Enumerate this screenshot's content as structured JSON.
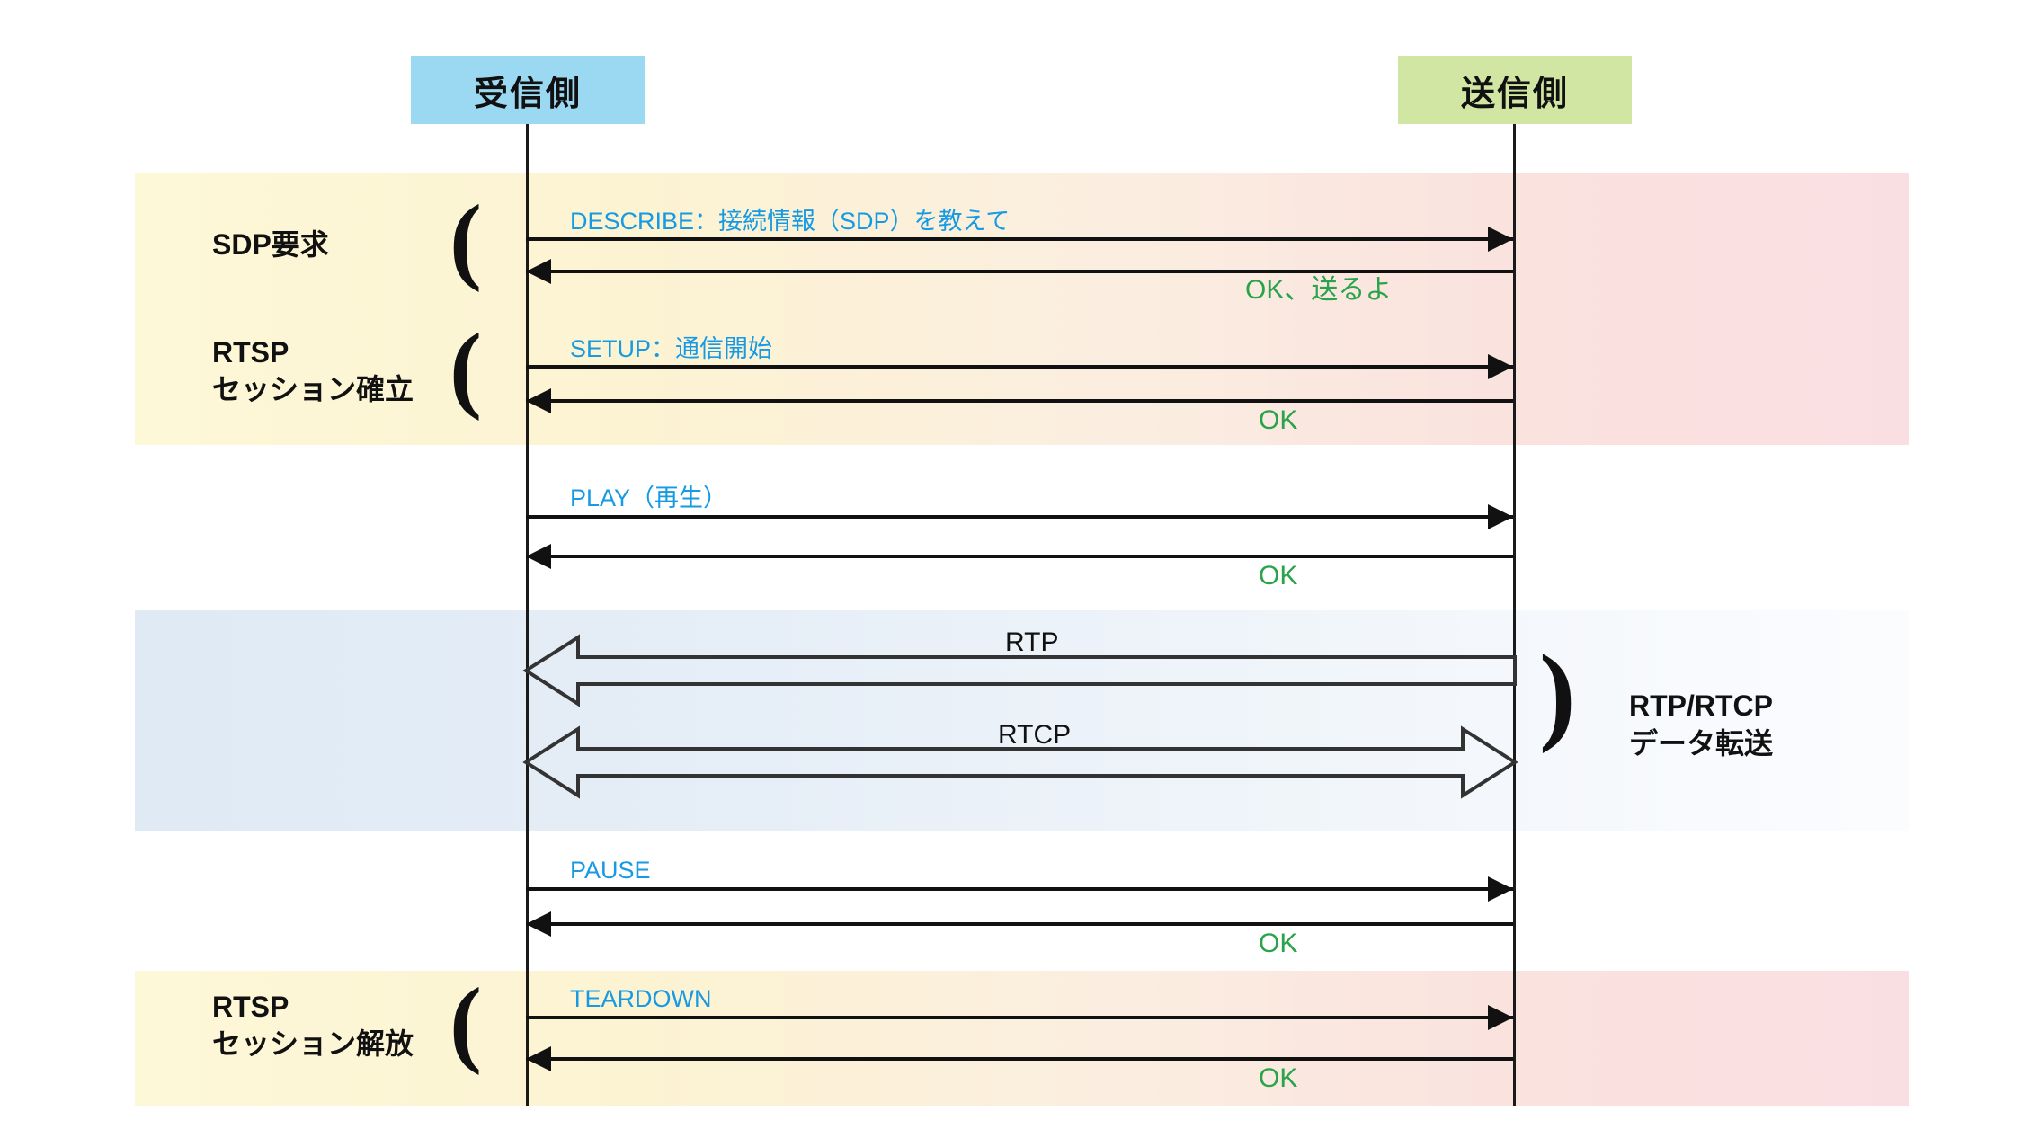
{
  "diagram": {
    "title": "RTSP/RTP sequence diagram",
    "colors": {
      "receiver_box": "#9bd9f2",
      "sender_box": "#d2e6a4",
      "request_text": "#169ae3",
      "response_text": "#2aa34a",
      "data_text": "#111111",
      "lifeline": "#1a1a1a",
      "band_warm_start": "#fdf8d8",
      "band_warm_end": "#fadfe2",
      "band_cool_start": "#dfeaf5",
      "band_cool_end": "#fbfcfe"
    },
    "actors": {
      "left": "受信側",
      "right": "送信側"
    },
    "phases": [
      {
        "label": "SDP要求",
        "brace": "("
      },
      {
        "label": "RTSP\nセッション確立",
        "brace": "("
      },
      {
        "label": "RTSP\nセッション解放",
        "brace": "("
      }
    ],
    "right_group": {
      "brace": ")",
      "label": "RTP/RTCP\nデータ転送"
    },
    "messages": [
      {
        "id": "describe",
        "text": "DESCRIBE：接続情報（SDP）を教えて",
        "kind": "request",
        "direction": "right"
      },
      {
        "id": "describe-ok",
        "text": "OK、送るよ",
        "kind": "response",
        "direction": "left"
      },
      {
        "id": "setup",
        "text": "SETUP：通信開始",
        "kind": "request",
        "direction": "right"
      },
      {
        "id": "setup-ok",
        "text": "OK",
        "kind": "response",
        "direction": "left"
      },
      {
        "id": "play",
        "text": "PLAY（再生）",
        "kind": "request",
        "direction": "right"
      },
      {
        "id": "play-ok",
        "text": "OK",
        "kind": "response",
        "direction": "left"
      },
      {
        "id": "rtp",
        "text": "RTP",
        "kind": "data",
        "direction": "left"
      },
      {
        "id": "rtcp",
        "text": "RTCP",
        "kind": "data",
        "direction": "both"
      },
      {
        "id": "pause",
        "text": "PAUSE",
        "kind": "request",
        "direction": "right"
      },
      {
        "id": "pause-ok",
        "text": "OK",
        "kind": "response",
        "direction": "left"
      },
      {
        "id": "teardown",
        "text": "TEARDOWN",
        "kind": "request",
        "direction": "right"
      },
      {
        "id": "teardown-ok",
        "text": "OK",
        "kind": "response",
        "direction": "left"
      }
    ]
  }
}
